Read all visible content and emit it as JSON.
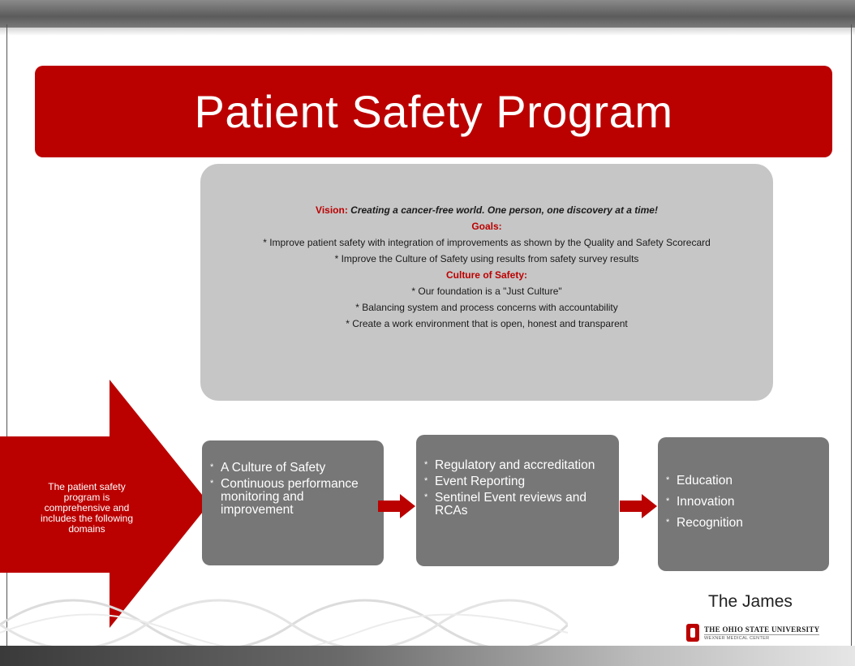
{
  "title": "Patient Safety Program",
  "vision": {
    "label": "Vision:",
    "text": "Creating a cancer-free world. One person, one discovery at a time!",
    "goals_label": "Goals:",
    "goals": [
      "* Improve patient safety with integration of improvements as shown by the Quality and Safety Scorecard",
      "* Improve the Culture of Safety using results from safety survey results"
    ],
    "culture_label": "Culture of Safety:",
    "culture": [
      "* Our foundation is a \"Just Culture\"",
      "* Balancing system and process concerns with accountability",
      "* Create a work environment that is open, honest and transparent"
    ]
  },
  "big_arrow_text": "The patient safety program is comprehensive and includes the following domains",
  "domains": [
    {
      "items": [
        "A Culture of Safety",
        "Continuous performance monitoring and improvement"
      ]
    },
    {
      "items": [
        "Regulatory and accreditation",
        "Event Reporting",
        "Sentinel Event reviews and RCAs"
      ]
    },
    {
      "items": [
        "Education",
        "Innovation",
        "Recognition"
      ]
    }
  ],
  "footer": {
    "brand": "The James",
    "university": "THE OHIO STATE UNIVERSITY",
    "center": "WEXNER MEDICAL CENTER"
  },
  "colors": {
    "accent_red": "#bb0000",
    "box_gray": "#777777",
    "panel_gray": "#c6c6c6"
  }
}
